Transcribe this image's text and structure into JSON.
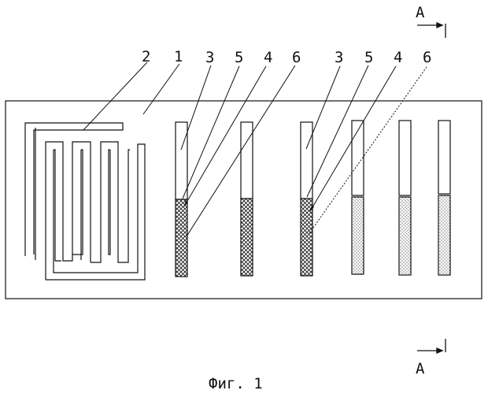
{
  "figure": {
    "caption": "Фиг. 1",
    "section_label": "А",
    "numbers": {
      "n1": "1",
      "n2": "2",
      "n3": "3",
      "n4": "4",
      "n5": "5",
      "n6": "6"
    },
    "strip_fills": [
      "crosshatch",
      "crosshatch",
      "crosshatch",
      "dotted",
      "dotted",
      "dotted"
    ],
    "line_color": "#111111"
  }
}
